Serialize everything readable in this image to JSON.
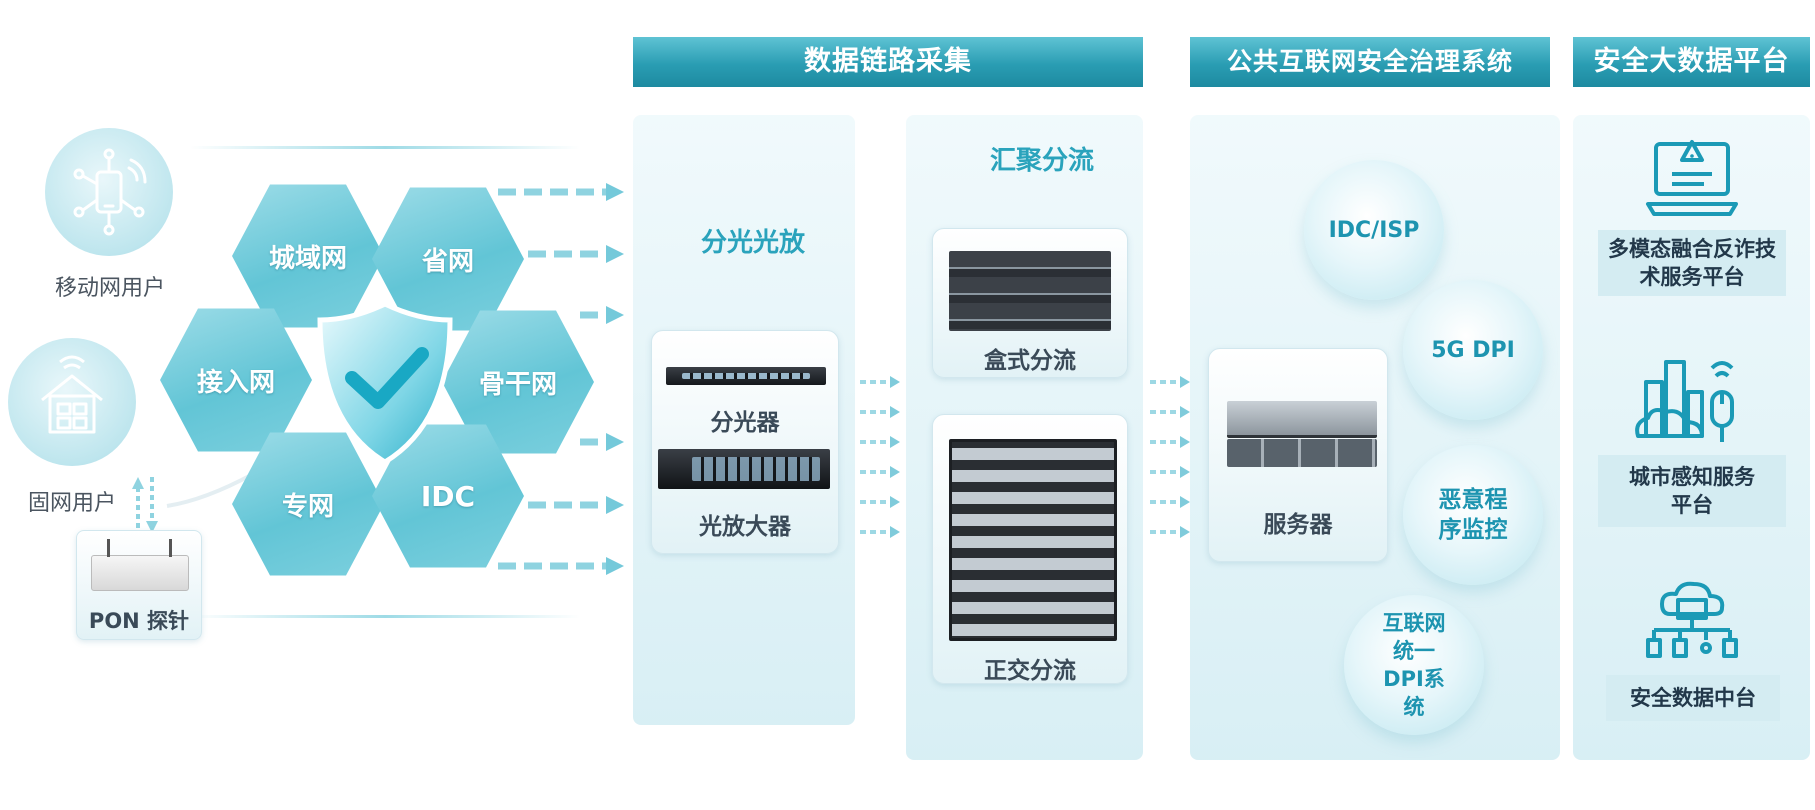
{
  "headers": {
    "collection": "数据链路采集",
    "governance": "公共互联网安全治理系统",
    "bigdata": "安全大数据平台"
  },
  "users": {
    "mobile": "移动网用户",
    "fixed": "固网用户",
    "pon_probe": "PON 探针"
  },
  "networks": [
    "城域网",
    "省网",
    "接入网",
    "骨干网",
    "专网",
    "IDC"
  ],
  "optical": {
    "title": "分光光放",
    "splitter": "分光器",
    "amplifier": "光放大器"
  },
  "aggregation": {
    "title": "汇聚分流",
    "box": "盒式分流",
    "orthogonal": "正交分流"
  },
  "governance": {
    "server": "服务器",
    "bubbles": [
      "IDC/ISP",
      "5G DPI",
      "恶意程序监控",
      "互联网统一DPI系统"
    ]
  },
  "platforms": [
    {
      "label": "多模态融合反诈技术服务平台",
      "icon": "laptop-warning-icon"
    },
    {
      "label": "城市感知服务平台",
      "icon": "city-sensor-icon"
    },
    {
      "label": "安全数据中台",
      "icon": "cloud-data-icon"
    }
  ],
  "colors": {
    "accent": "#2aa3bc",
    "header": "#2a9db3",
    "hex": "#62c5d6"
  }
}
